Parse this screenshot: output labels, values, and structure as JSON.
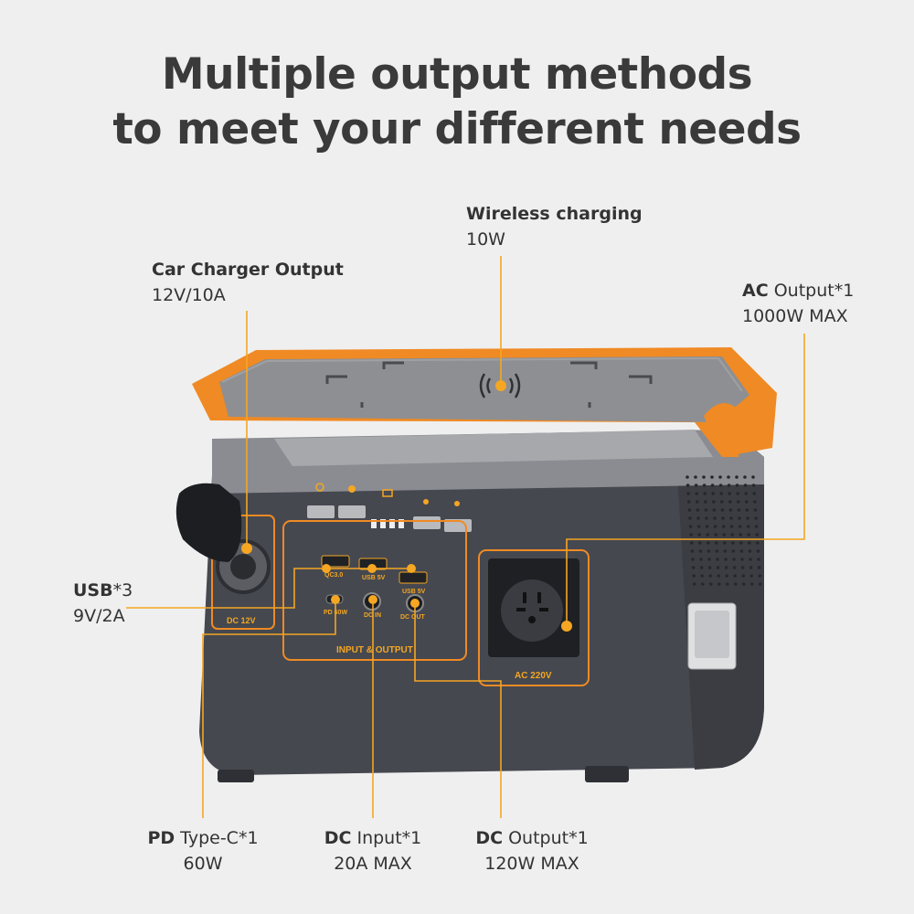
{
  "headline": {
    "line1": "Multiple output methods",
    "line2": "to meet your different needs"
  },
  "callouts": {
    "wireless": {
      "bold": "Wireless charging",
      "text": "",
      "value": "10W"
    },
    "car": {
      "bold": "Car Charger Output",
      "text": "",
      "value": "12V/10A"
    },
    "ac": {
      "bold": "AC",
      "text": " Output*1",
      "value": "1000W MAX"
    },
    "usb": {
      "bold": "USB",
      "text": "*3",
      "value": "9V/2A"
    },
    "pd": {
      "bold": "PD",
      "text": " Type-C*1",
      "value": "60W"
    },
    "dcin": {
      "bold": "DC",
      "text": " Input*1",
      "value": "20A MAX"
    },
    "dcout": {
      "bold": "DC",
      "text": " Output*1",
      "value": "120W MAX"
    }
  },
  "device_labels": {
    "dc12": "DC 12V",
    "io": "INPUT & OUTPUT",
    "ac220": "AC 220V",
    "qc": "QC3.0",
    "usb5a": "USB 5V",
    "usb5b": "USB 5V",
    "pd60": "PD 60W",
    "dcin": "DC IN",
    "dcout": "DC OUT"
  },
  "colors": {
    "accent": "#f5a623",
    "orange_frame": "#f08a24",
    "body_dark": "#45484f",
    "body_mid": "#8a8c91",
    "top_gray": "#8e8f92"
  }
}
